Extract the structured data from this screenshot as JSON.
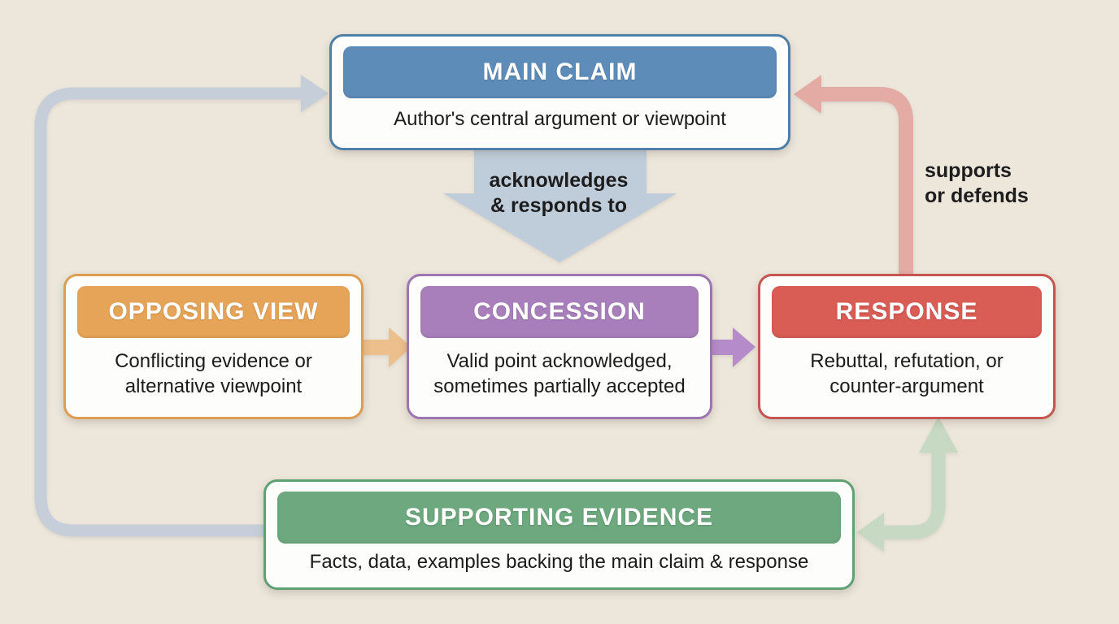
{
  "colors": {
    "background": "#ece6db",
    "text": "#1b1b1b"
  },
  "nodes": {
    "main_claim": {
      "title": "MAIN CLAIM",
      "description": "Author's central argument or viewpoint",
      "header_color": "#5e8cb8",
      "border_color": "#4d7fa9"
    },
    "opposing_view": {
      "title": "OPPOSING VIEW",
      "description": "Conflicting evidence or alternative viewpoint",
      "header_color": "#e6a458",
      "border_color": "#dd9e52"
    },
    "concession": {
      "title": "CONCESSION",
      "description": "Valid point acknowledged, sometimes partially accepted",
      "header_color": "#a87fbb",
      "border_color": "#9f74b3"
    },
    "response": {
      "title": "RESPONSE",
      "description": "Rebuttal, refutation, or counter-argument",
      "header_color": "#d95c55",
      "border_color": "#c65551"
    },
    "supporting_evidence": {
      "title": "SUPPORTING EVIDENCE",
      "description": "Facts, data, examples backing the main claim & response",
      "header_color": "#6da87e",
      "border_color": "#5fa173"
    }
  },
  "edges": {
    "main_to_concession": {
      "lines": [
        "acknowledges",
        "& responds to"
      ],
      "color": "#bfcdda"
    },
    "response_to_main": {
      "lines": [
        "supports",
        "or defends"
      ],
      "color": "#e3aba3"
    },
    "opposing_to_concession": {
      "color": "#ecbf8c"
    },
    "concession_to_response": {
      "color": "#b58cc9"
    },
    "evidence_to_main_loop": {
      "color": "#c6cfd9"
    },
    "evidence_to_response": {
      "color": "#c7d9c3"
    }
  }
}
